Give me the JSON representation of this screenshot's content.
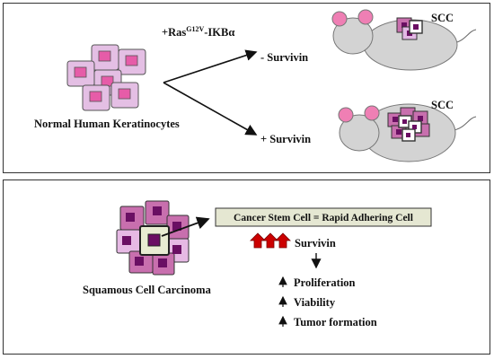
{
  "top_panel": {
    "treatment_main": "+Ras",
    "treatment_sup": "G12V",
    "treatment_tail": "-IKBα",
    "minus_label": "- Survivin",
    "plus_label": "+ Survivin",
    "scc_label_1": "SCC",
    "scc_label_2": "SCC",
    "normal_label": "Normal Human Keratinocytes"
  },
  "bottom_panel": {
    "csc_box_label": "Cancer Stem Cell = Rapid Adhering Cell",
    "survivin_label": "Survivin",
    "effects": [
      "Proliferation",
      "Viability",
      "Tumor formation"
    ],
    "scc_label": "Squamous Cell Carcinoma"
  },
  "colors": {
    "normal_cell_fill": "#e4bfe4",
    "normal_cell_nucleus": "#e65ca8",
    "tumor_cell_fill": "#c86fae",
    "tumor_nucleus": "#6a0f63",
    "stem_cell_fill": "#e8ecd2",
    "mouse_body": "#d3d3d3",
    "mouse_ear": "#ef7fb4",
    "up_arrow": "#cc0000",
    "csc_box_fill": "#e5e7d2"
  }
}
